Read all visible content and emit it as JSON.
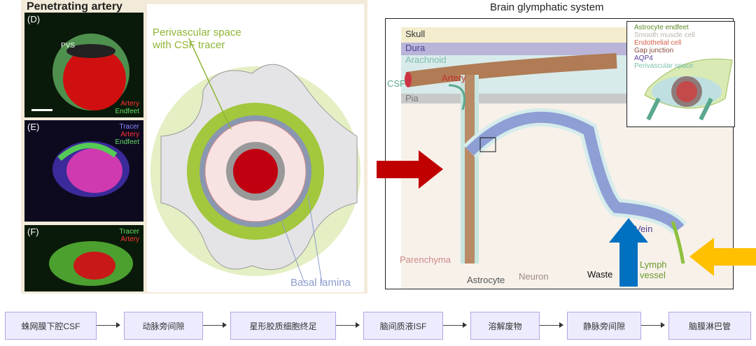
{
  "left_figure": {
    "title": "Penetrating artery",
    "panel_d": {
      "label": "(D)",
      "pvs": "PVS",
      "legend": [
        "Artery",
        "Endfeet"
      ]
    },
    "panel_e": {
      "label": "(E)",
      "legend": [
        "Tracer",
        "Artery",
        "Endfeet"
      ]
    },
    "panel_f": {
      "label": "(F)",
      "legend": [
        "Tracer",
        "Artery"
      ]
    },
    "perivascular_label": "Perivascular space\nwith CSF tracer",
    "basal_lamina_label": "Basal lamina"
  },
  "right_figure": {
    "title": "Brain glymphatic system",
    "layers": {
      "skull": "Skull",
      "dura": "Dura",
      "arachnoid": "Arachnoid",
      "artery": "Artery",
      "csf": "CSF",
      "pia": "Pia",
      "parenchyma": "Parenchyma",
      "astrocyte": "Astrocyte",
      "neuron": "Neuron",
      "waste": "Waste",
      "vein": "Vein",
      "lymph": "Lymph\nvessel"
    },
    "inset_legend": [
      {
        "text": "Astrocyte endfeet",
        "color": "#5f8a2a"
      },
      {
        "text": "Smooth muscle cell",
        "color": "#b9b3ad"
      },
      {
        "text": "Endothelial cell",
        "color": "#d5604a"
      },
      {
        "text": "Gap junction",
        "color": "#8a4b3c"
      },
      {
        "text": "AQP4",
        "color": "#5a3f9a"
      },
      {
        "text": "Perivascular space",
        "color": "#7fc2ac"
      }
    ]
  },
  "flow": [
    "蛛网膜下腔CSF",
    "动脉旁间隙",
    "星形胶质细胞终足",
    "脑间质液ISF",
    "溶解废物",
    "静脉旁间隙",
    "脑膜淋巴管"
  ],
  "colors": {
    "red_arrow": "#c00000",
    "blue_arrow": "#0070c0",
    "yellow_arrow": "#ffc000",
    "flow_box": "#ececfe"
  }
}
